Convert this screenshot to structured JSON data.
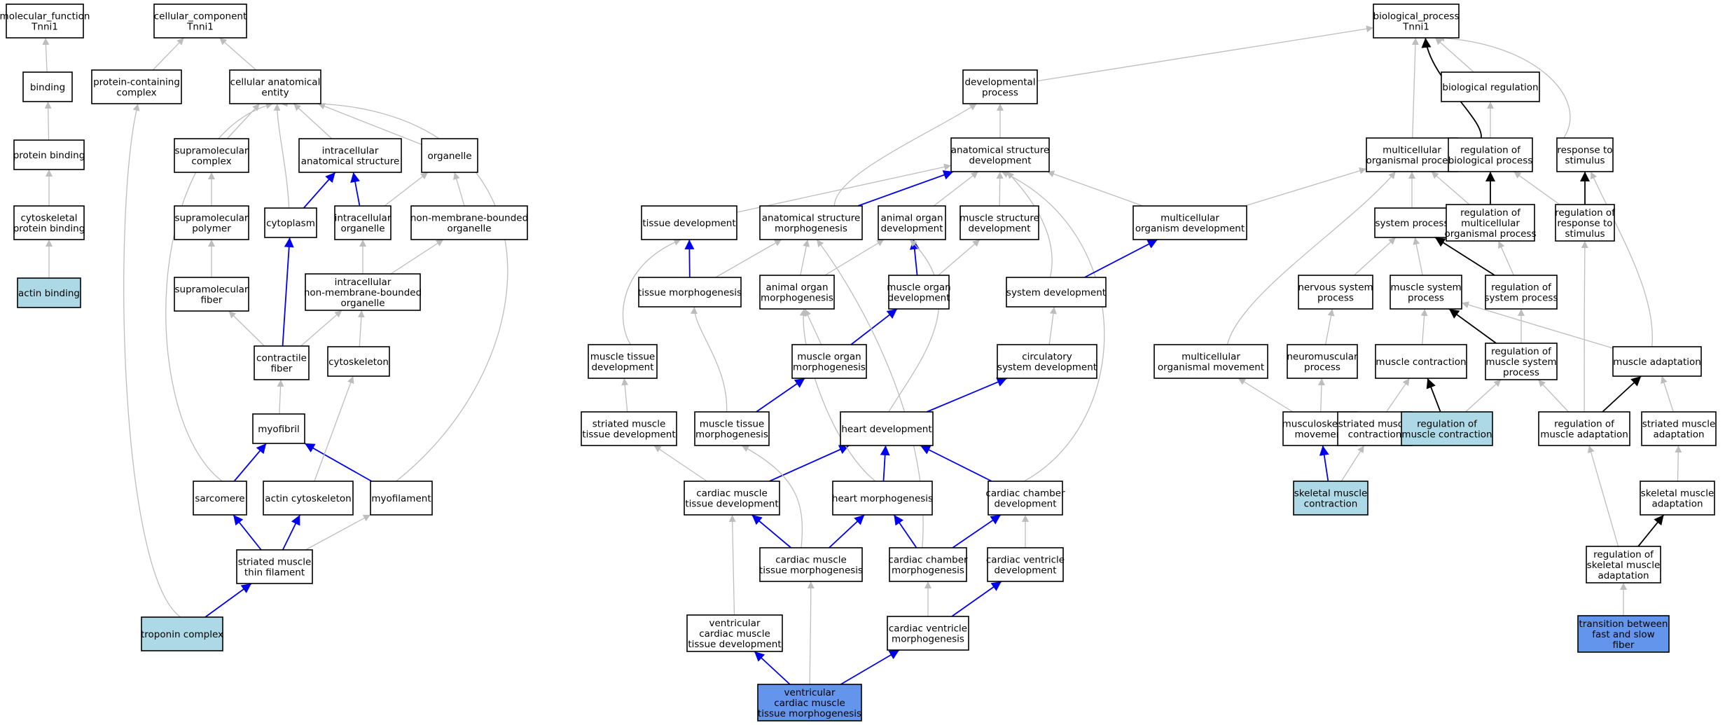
{
  "colors": {
    "node_fill": "#ffffff",
    "query_fill": "#add8e6",
    "focus_fill": "#6495ed",
    "edge_gray": "#bdbdbd",
    "edge_blue": "#0000ee",
    "edge_black": "#000000"
  },
  "nodes": [
    {
      "id": "mf",
      "label": "molecular_function\nTnni1",
      "type": "root"
    },
    {
      "id": "binding",
      "label": "binding"
    },
    {
      "id": "protbind",
      "label": "protein binding"
    },
    {
      "id": "cytoskelbind",
      "label": "cytoskeletal\nprotein binding"
    },
    {
      "id": "actinbind",
      "label": "actin binding",
      "type": "query"
    },
    {
      "id": "cc",
      "label": "cellular_component\nTnni1",
      "type": "root"
    },
    {
      "id": "protcomplex",
      "label": "protein-containing\ncomplex"
    },
    {
      "id": "cae",
      "label": "cellular anatomical\nentity"
    },
    {
      "id": "supcomplex",
      "label": "supramolecular\ncomplex"
    },
    {
      "id": "intraanat",
      "label": "intracellular\nanatomical structure"
    },
    {
      "id": "organelle",
      "label": "organelle"
    },
    {
      "id": "suppolymer",
      "label": "supramolecular\npolymer"
    },
    {
      "id": "cytoplasm",
      "label": "cytoplasm"
    },
    {
      "id": "intraorg",
      "label": "intracellular\norganelle"
    },
    {
      "id": "nonmem",
      "label": "non-membrane-bounded\norganelle"
    },
    {
      "id": "supfiber",
      "label": "supramolecular\nfiber"
    },
    {
      "id": "intranonmem",
      "label": "intracellular\nnon-membrane-bounded\norganelle"
    },
    {
      "id": "contractile",
      "label": "contractile\nfiber"
    },
    {
      "id": "cytoskeleton",
      "label": "cytoskeleton"
    },
    {
      "id": "myofibril",
      "label": "myofibril"
    },
    {
      "id": "sarcomere",
      "label": "sarcomere"
    },
    {
      "id": "actincyto",
      "label": "actin cytoskeleton"
    },
    {
      "id": "myofilament",
      "label": "myofilament"
    },
    {
      "id": "thinfil",
      "label": "striated muscle\nthin filament"
    },
    {
      "id": "troponin",
      "label": "troponin complex",
      "type": "query"
    },
    {
      "id": "bp",
      "label": "biological_process\nTnni1",
      "type": "root"
    },
    {
      "id": "devproc",
      "label": "developmental\nprocess"
    },
    {
      "id": "bioreg",
      "label": "biological regulation"
    },
    {
      "id": "asdev",
      "label": "anatomical structure\ndevelopment"
    },
    {
      "id": "multiproc",
      "label": "multicellular\norganismal process"
    },
    {
      "id": "regbio",
      "label": "regulation of\nbiological process"
    },
    {
      "id": "resp",
      "label": "response to\nstimulus"
    },
    {
      "id": "tissuedev",
      "label": "tissue development"
    },
    {
      "id": "asmorph",
      "label": "anatomical structure\nmorphogenesis"
    },
    {
      "id": "animorgdev",
      "label": "animal organ\ndevelopment"
    },
    {
      "id": "musstructdev",
      "label": "muscle structure\ndevelopment"
    },
    {
      "id": "multiorgdev",
      "label": "multicellular\norganism development"
    },
    {
      "id": "sysproc",
      "label": "system process"
    },
    {
      "id": "regmultiproc",
      "label": "regulation of\nmulticellular\norganismal process"
    },
    {
      "id": "regresp",
      "label": "regulation of\nresponse to\nstimulus"
    },
    {
      "id": "tissuemorph",
      "label": "tissue morphogenesis"
    },
    {
      "id": "animorgmorph",
      "label": "animal organ\nmorphogenesis"
    },
    {
      "id": "musorgdev",
      "label": "muscle organ\ndevelopment"
    },
    {
      "id": "sysdev",
      "label": "system development"
    },
    {
      "id": "nervsys",
      "label": "nervous system\nprocess"
    },
    {
      "id": "mussysproc",
      "label": "muscle system\nprocess"
    },
    {
      "id": "regsysproc",
      "label": "regulation of\nsystem process"
    },
    {
      "id": "mustissuedev",
      "label": "muscle tissue\ndevelopment"
    },
    {
      "id": "musorgmorph",
      "label": "muscle organ\nmorphogenesis"
    },
    {
      "id": "circsysdev",
      "label": "circulatory\nsystem development"
    },
    {
      "id": "multimov",
      "label": "multicellular\norganismal movement"
    },
    {
      "id": "neuromus",
      "label": "neuromuscular\nprocess"
    },
    {
      "id": "muscontr",
      "label": "muscle contraction"
    },
    {
      "id": "regmussys",
      "label": "regulation of\nmuscle system\nprocess"
    },
    {
      "id": "musadapt",
      "label": "muscle adaptation"
    },
    {
      "id": "strmustissuedev",
      "label": "striated muscle\ntissue development"
    },
    {
      "id": "mustissuemorph",
      "label": "muscle tissue\nmorphogenesis"
    },
    {
      "id": "heartdev",
      "label": "heart development"
    },
    {
      "id": "muskelmov",
      "label": "musculoskeletal\nmovement"
    },
    {
      "id": "strmuscontr",
      "label": "striated muscle\ncontraction"
    },
    {
      "id": "regmuscontr",
      "label": "regulation of\nmuscle contraction",
      "type": "query"
    },
    {
      "id": "regmusadapt",
      "label": "regulation of\nmuscle adaptation"
    },
    {
      "id": "strmusadapt",
      "label": "striated muscle\nadaptation"
    },
    {
      "id": "cardmustissuedev",
      "label": "cardiac muscle\ntissue development"
    },
    {
      "id": "heartmorph",
      "label": "heart morphogenesis"
    },
    {
      "id": "cardchamberdev",
      "label": "cardiac chamber\ndevelopment"
    },
    {
      "id": "skelmuscontr",
      "label": "skeletal muscle\ncontraction",
      "type": "query"
    },
    {
      "id": "skelmusadapt",
      "label": "skeletal muscle\nadaptation"
    },
    {
      "id": "cardmustissuemorph",
      "label": "cardiac muscle\ntissue morphogenesis"
    },
    {
      "id": "cardchambermorph",
      "label": "cardiac chamber\nmorphogenesis"
    },
    {
      "id": "cardventdev",
      "label": "cardiac ventricle\ndevelopment"
    },
    {
      "id": "regskelmusadapt",
      "label": "regulation of\nskeletal muscle\nadaptation"
    },
    {
      "id": "ventcardmustissuedev",
      "label": "ventricular\ncardiac muscle\ntissue development"
    },
    {
      "id": "cardventmorph",
      "label": "cardiac ventricle\nmorphogenesis"
    },
    {
      "id": "transfastslow",
      "label": "transition between\nfast and slow\nfiber",
      "type": "focus"
    },
    {
      "id": "ventcardmustissuemorph",
      "label": "ventricular\ncardiac muscle\ntissue morphogenesis",
      "type": "focus"
    }
  ],
  "edges": [
    [
      "binding",
      "mf",
      "g"
    ],
    [
      "protbind",
      "binding",
      "g"
    ],
    [
      "cytoskelbind",
      "protbind",
      "g"
    ],
    [
      "actinbind",
      "cytoskelbind",
      "g"
    ],
    [
      "protcomplex",
      "cc",
      "g"
    ],
    [
      "cae",
      "cc",
      "g"
    ],
    [
      "supcomplex",
      "cae",
      "g"
    ],
    [
      "intraanat",
      "cae",
      "g"
    ],
    [
      "organelle",
      "cae",
      "g"
    ],
    [
      "cytoplasm",
      "cae",
      "g"
    ],
    [
      "suppolymer",
      "supcomplex",
      "g"
    ],
    [
      "supfiber",
      "suppolymer",
      "g"
    ],
    [
      "cytoplasm",
      "intraanat",
      "b"
    ],
    [
      "intraorg",
      "intraanat",
      "b"
    ],
    [
      "intraorg",
      "organelle",
      "g"
    ],
    [
      "nonmem",
      "organelle",
      "g"
    ],
    [
      "intranonmem",
      "intraorg",
      "g"
    ],
    [
      "intranonmem",
      "nonmem",
      "g"
    ],
    [
      "contractile",
      "supfiber",
      "g"
    ],
    [
      "contractile",
      "cytoplasm",
      "b"
    ],
    [
      "contractile",
      "intranonmem",
      "g"
    ],
    [
      "cytoskeleton",
      "intranonmem",
      "g"
    ],
    [
      "myofibril",
      "contractile",
      "g"
    ],
    [
      "sarcomere",
      "myofibril",
      "b"
    ],
    [
      "myofilament",
      "myofibril",
      "b"
    ],
    [
      "sarcomere",
      "cae",
      "g"
    ],
    [
      "myofilament",
      "cae",
      "g"
    ],
    [
      "actincyto",
      "cytoskeleton",
      "g"
    ],
    [
      "thinfil",
      "sarcomere",
      "b"
    ],
    [
      "thinfil",
      "actincyto",
      "b"
    ],
    [
      "thinfil",
      "myofilament",
      "g"
    ],
    [
      "troponin",
      "thinfil",
      "b"
    ],
    [
      "troponin",
      "protcomplex",
      "g"
    ],
    [
      "devproc",
      "bp",
      "g"
    ],
    [
      "multiproc",
      "bp",
      "g"
    ],
    [
      "regbio",
      "bp",
      "k"
    ],
    [
      "bioreg",
      "bp",
      "g"
    ],
    [
      "resp",
      "bp",
      "g"
    ],
    [
      "regbio",
      "bioreg",
      "g"
    ],
    [
      "asdev",
      "devproc",
      "g"
    ],
    [
      "tissuedev",
      "asdev",
      "g"
    ],
    [
      "asmorph",
      "asdev",
      "b"
    ],
    [
      "animorgdev",
      "asdev",
      "g"
    ],
    [
      "musstructdev",
      "asdev",
      "g"
    ],
    [
      "multiorgdev",
      "asdev",
      "g"
    ],
    [
      "sysdev",
      "asdev",
      "g"
    ],
    [
      "cardchamberdev",
      "asdev",
      "g"
    ],
    [
      "asmorph",
      "devproc",
      "g"
    ],
    [
      "multiorgdev",
      "multiproc",
      "g"
    ],
    [
      "sysproc",
      "multiproc",
      "g"
    ],
    [
      "multimov",
      "multiproc",
      "g"
    ],
    [
      "regmultiproc",
      "regbio",
      "k"
    ],
    [
      "regmultiproc",
      "multiproc",
      "g"
    ],
    [
      "regresp",
      "regbio",
      "g"
    ],
    [
      "regresp",
      "resp",
      "k"
    ],
    [
      "musadapt",
      "resp",
      "g"
    ],
    [
      "tissuemorph",
      "tissuedev",
      "b"
    ],
    [
      "tissuemorph",
      "asmorph",
      "g"
    ],
    [
      "animorgmorph",
      "asmorph",
      "g"
    ],
    [
      "animorgmorph",
      "animorgdev",
      "g"
    ],
    [
      "musorgdev",
      "animorgdev",
      "b"
    ],
    [
      "musorgdev",
      "musstructdev",
      "g"
    ],
    [
      "sysdev",
      "multiorgdev",
      "b"
    ],
    [
      "nervsys",
      "sysproc",
      "g"
    ],
    [
      "mussysproc",
      "sysproc",
      "g"
    ],
    [
      "regsysproc",
      "sysproc",
      "k"
    ],
    [
      "regsysproc",
      "regmultiproc",
      "g"
    ],
    [
      "mustissuedev",
      "tissuedev",
      "g"
    ],
    [
      "musorgmorph",
      "animorgmorph",
      "g"
    ],
    [
      "musorgmorph",
      "musorgdev",
      "b"
    ],
    [
      "circsysdev",
      "sysdev",
      "g"
    ],
    [
      "neuromus",
      "nervsys",
      "g"
    ],
    [
      "muscontr",
      "mussysproc",
      "g"
    ],
    [
      "regmussys",
      "mussysproc",
      "k"
    ],
    [
      "regmussys",
      "regsysproc",
      "g"
    ],
    [
      "musadapt",
      "mussysproc",
      "g"
    ],
    [
      "strmustissuedev",
      "mustissuedev",
      "g"
    ],
    [
      "mustissuemorph",
      "tissuemorph",
      "g"
    ],
    [
      "mustissuemorph",
      "musorgmorph",
      "b"
    ],
    [
      "heartdev",
      "circsysdev",
      "b"
    ],
    [
      "heartdev",
      "animorgdev",
      "g"
    ],
    [
      "muskelmov",
      "multimov",
      "g"
    ],
    [
      "muskelmov",
      "neuromus",
      "g"
    ],
    [
      "strmuscontr",
      "muscontr",
      "g"
    ],
    [
      "regmuscontr",
      "muscontr",
      "k"
    ],
    [
      "regmuscontr",
      "regmussys",
      "g"
    ],
    [
      "regmusadapt",
      "musadapt",
      "k"
    ],
    [
      "regmusadapt",
      "regmussys",
      "g"
    ],
    [
      "regmusadapt",
      "regresp",
      "g"
    ],
    [
      "strmusadapt",
      "musadapt",
      "g"
    ],
    [
      "cardmustissuedev",
      "strmustissuedev",
      "g"
    ],
    [
      "cardmustissuedev",
      "heartdev",
      "b"
    ],
    [
      "heartmorph",
      "heartdev",
      "b"
    ],
    [
      "heartmorph",
      "animorgmorph",
      "g"
    ],
    [
      "cardchamberdev",
      "heartdev",
      "b"
    ],
    [
      "skelmuscontr",
      "muskelmov",
      "b"
    ],
    [
      "skelmuscontr",
      "strmuscontr",
      "g"
    ],
    [
      "skelmusadapt",
      "strmusadapt",
      "g"
    ],
    [
      "cardmustissuemorph",
      "cardmustissuedev",
      "b"
    ],
    [
      "cardmustissuemorph",
      "heartmorph",
      "b"
    ],
    [
      "cardmustissuemorph",
      "mustissuemorph",
      "g"
    ],
    [
      "cardchambermorph",
      "heartmorph",
      "b"
    ],
    [
      "cardchambermorph",
      "cardchamberdev",
      "b"
    ],
    [
      "cardchambermorph",
      "asmorph",
      "g"
    ],
    [
      "cardventdev",
      "cardchamberdev",
      "g"
    ],
    [
      "regskelmusadapt",
      "skelmusadapt",
      "k"
    ],
    [
      "regskelmusadapt",
      "regmusadapt",
      "g"
    ],
    [
      "ventcardmustissuedev",
      "cardmustissuedev",
      "g"
    ],
    [
      "cardventmorph",
      "cardventdev",
      "b"
    ],
    [
      "cardventmorph",
      "cardchambermorph",
      "g"
    ],
    [
      "transfastslow",
      "regskelmusadapt",
      "g"
    ],
    [
      "ventcardmustissuemorph",
      "ventcardmustissuedev",
      "b"
    ],
    [
      "ventcardmustissuemorph",
      "cardventmorph",
      "b"
    ],
    [
      "ventcardmustissuemorph",
      "cardmustissuemorph",
      "g"
    ]
  ]
}
